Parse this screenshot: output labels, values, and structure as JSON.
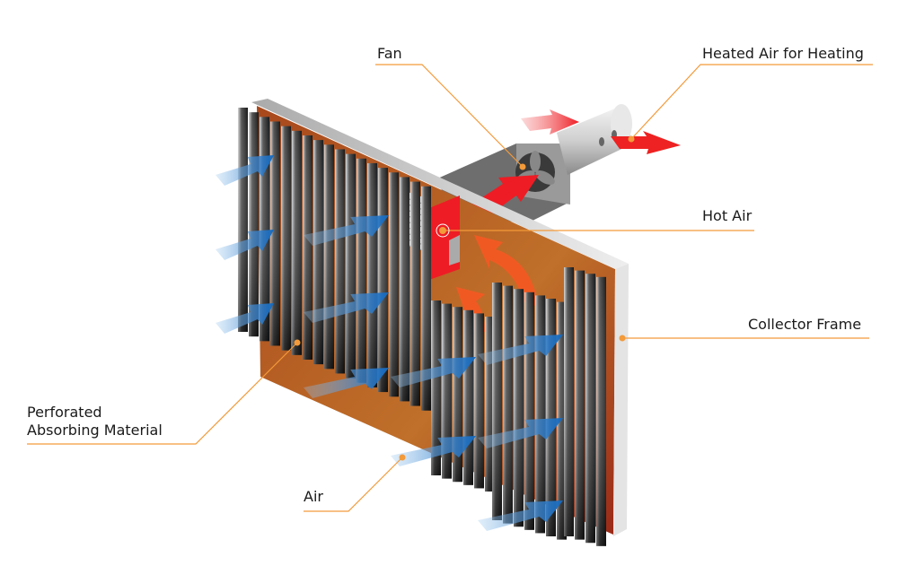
{
  "labels": {
    "fan": "Fan",
    "heated_air": "Heated Air for Heating",
    "hot_air": "Hot Air",
    "collector_frame": "Collector Frame",
    "absorbing_line1": "Perforated",
    "absorbing_line2": "Absorbing Material",
    "air": "Air"
  },
  "colors": {
    "leader": "#f39a3a",
    "panel": "#b45a22",
    "cold_air_arrow": "#1a72c4",
    "hot_air_arrow": "#ee2222",
    "rising_air": "#f05a22",
    "fins": "#2a2a2a"
  },
  "icons": [
    "fan-icon",
    "cold-air-arrow",
    "hot-air-arrow",
    "duct",
    "louver-vent"
  ]
}
